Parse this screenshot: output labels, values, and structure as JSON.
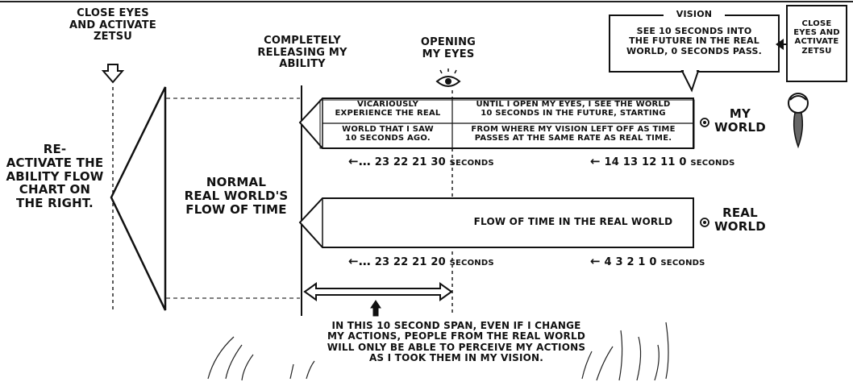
{
  "labels": {
    "close_eyes_left": "CLOSE EYES\nAND ACTIVATE\nZETSU",
    "reactivate": "RE-\nACTIVATE THE\nABILITY FLOW\nCHART ON\nTHE RIGHT.",
    "normal_flow": "NORMAL\nREAL WORLD'S\nFLOW OF TIME",
    "completely_releasing": "COMPLETELY\nRELEASING MY\nABILITY",
    "opening_eyes": "OPENING\nMY EYES",
    "vision_title": "VISION",
    "vision_text": "SEE 10 SECONDS INTO\nTHE FUTURE IN THE REAL\nWORLD, 0 SECONDS PASS.",
    "close_eyes_right": "CLOSE\nEYES AND\nACTIVATE\nZETSU",
    "my_world_cell_1": "VICARIOUSLY\nEXPERIENCE THE REAL",
    "my_world_cell_2": "WORLD THAT I SAW\n10 SECONDS AGO.",
    "my_world_cell_3": "UNTIL I OPEN MY EYES, I SEE THE WORLD\n10 SECONDS IN THE FUTURE, STARTING",
    "my_world_cell_4": "FROM WHERE MY VISION LEFT OFF AS TIME\nPASSES AT THE SAME RATE AS REAL TIME.",
    "my_world": "MY\nWORLD",
    "real_world_flow": "FLOW OF TIME IN THE REAL WORLD",
    "real_world": "REAL\nWORLD",
    "span_note": "IN THIS 10 SECOND SPAN, EVEN IF I CHANGE\nMY ACTIONS, PEOPLE FROM THE REAL WORLD\nWILL ONLY BE ABLE TO PERCEIVE MY ACTIONS\nAS I TOOK THEM IN MY VISION."
  },
  "timelines": {
    "my_world_left": "23 22 21 30",
    "my_world_right": "14 13 12 11 0",
    "real_world_left": "23 22 21 20",
    "real_world_right": "4 3 2 1 0",
    "seconds_unit": "SECONDS",
    "left_arrow": "←…",
    "right_arrow": "←"
  }
}
